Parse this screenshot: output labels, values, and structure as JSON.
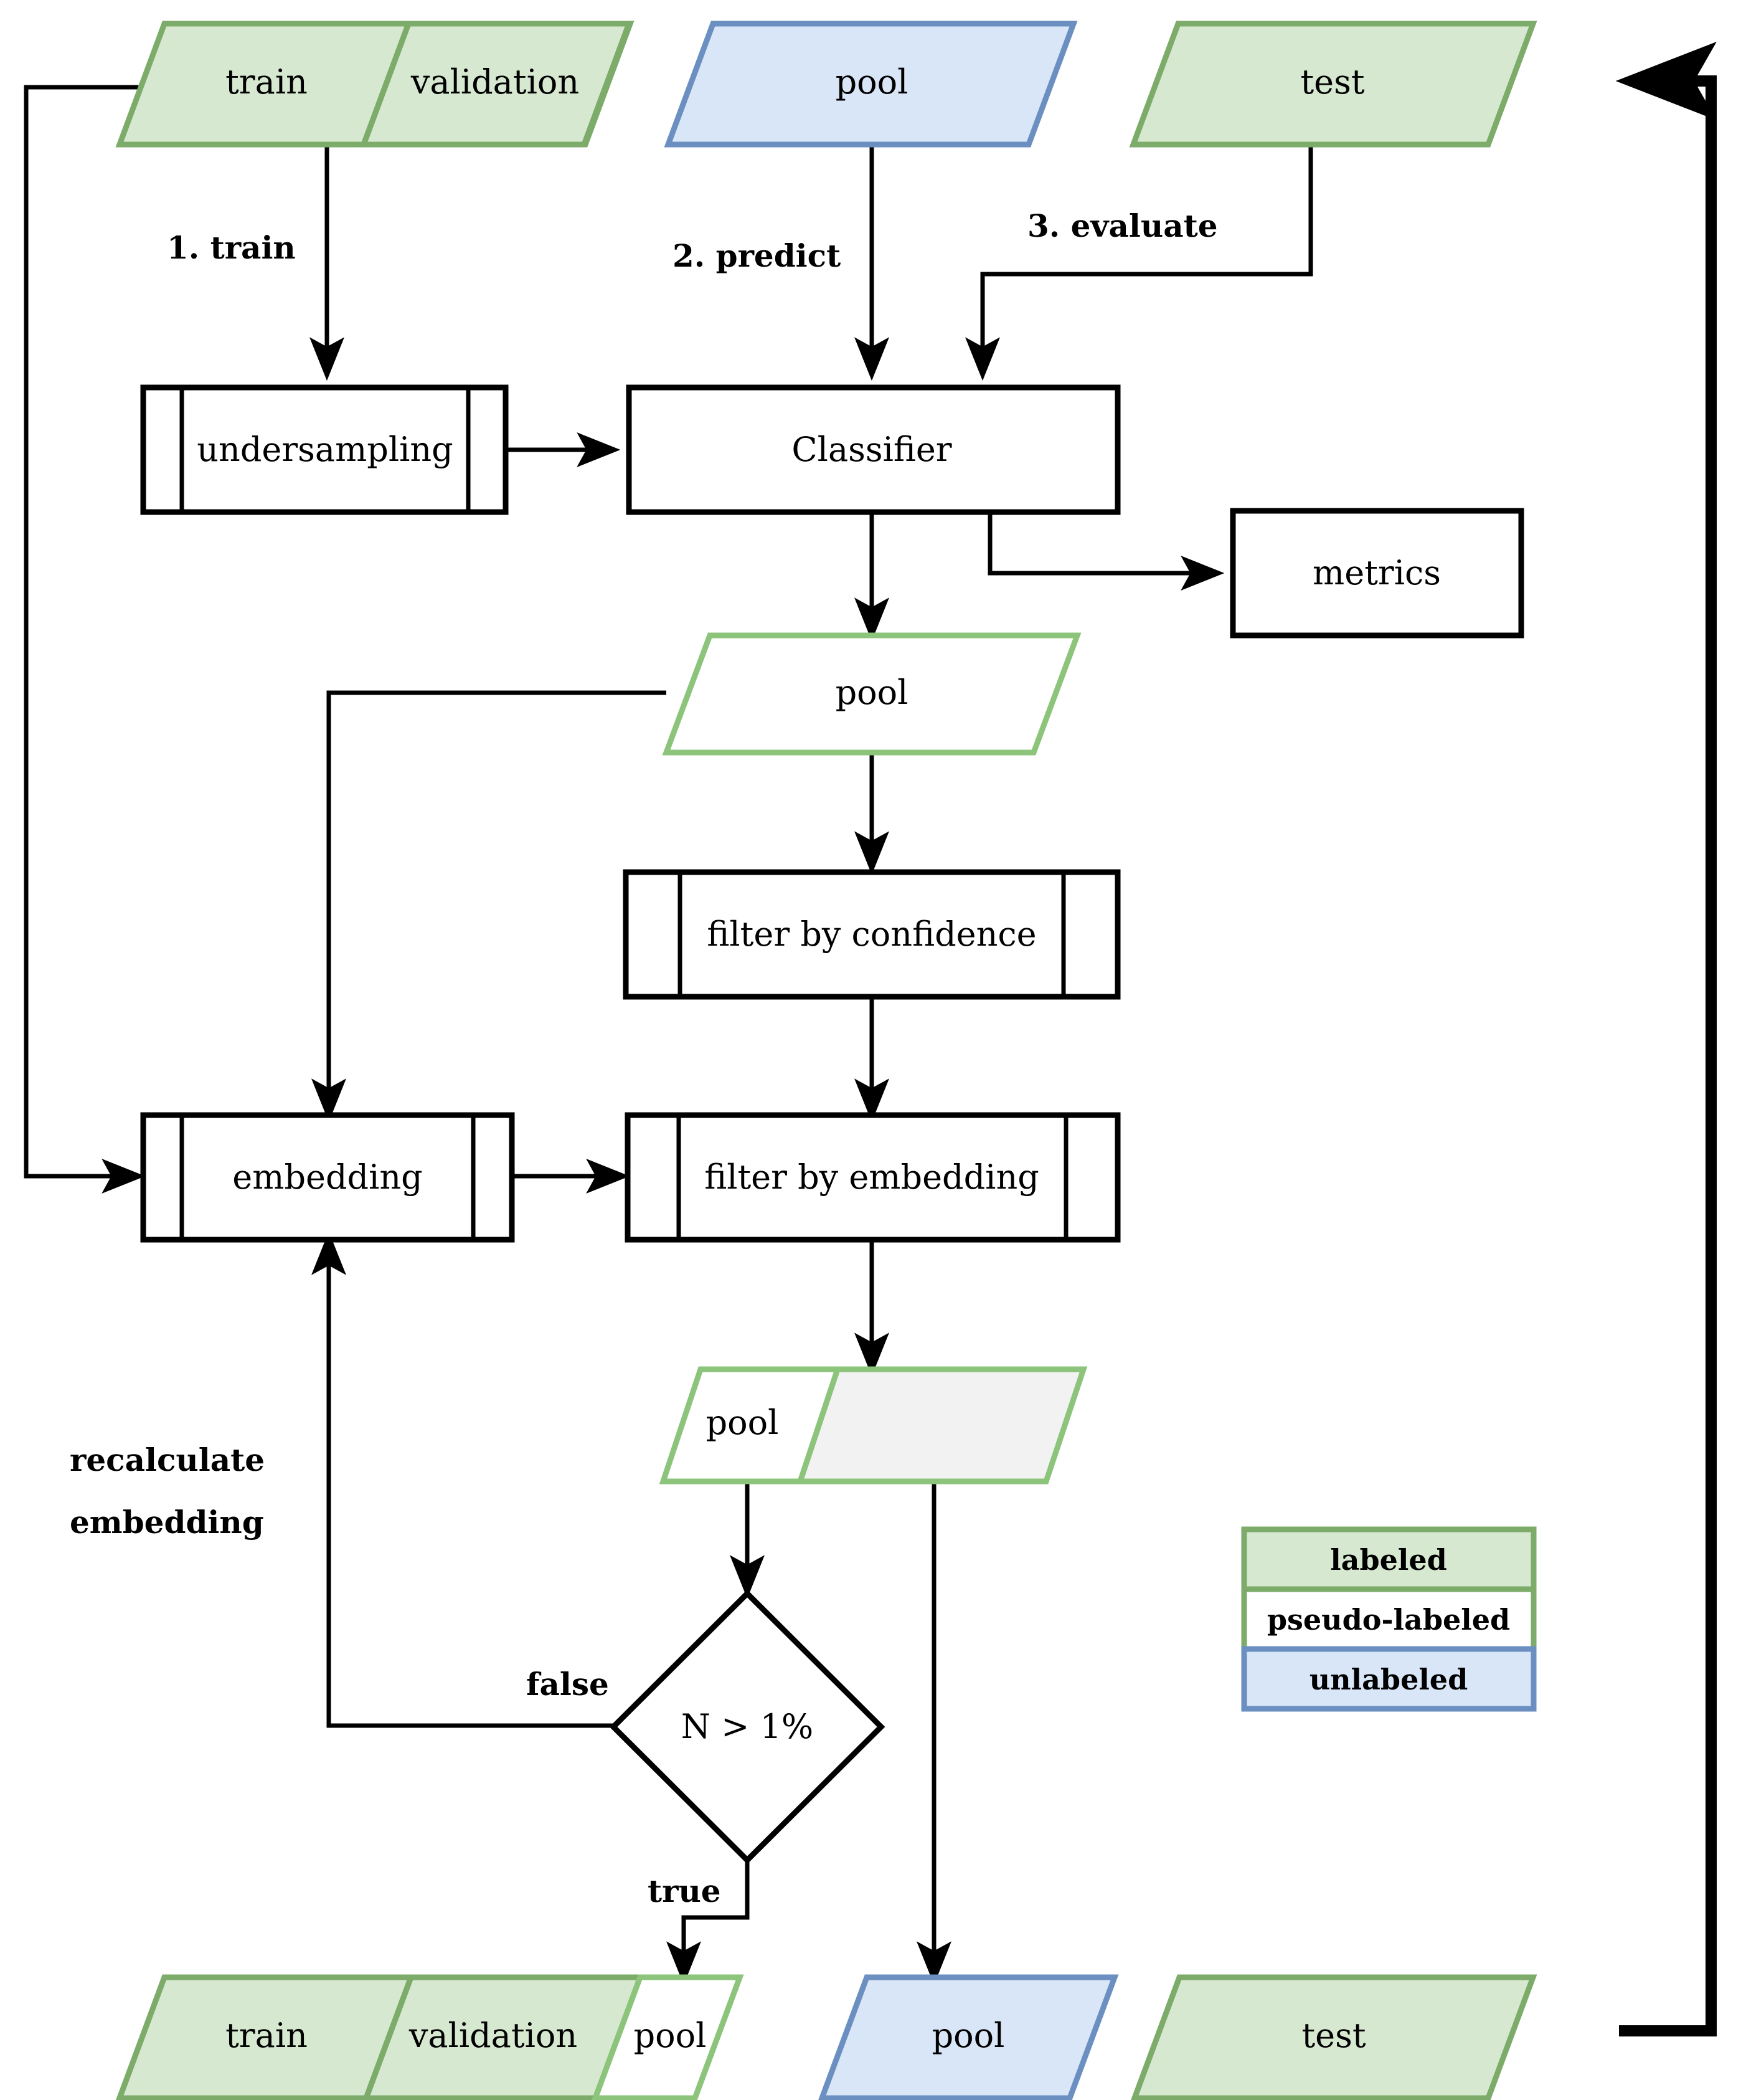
{
  "diagram": {
    "title": "Semi-supervised self-training pipeline flowchart",
    "colors": {
      "labeled_fill": "#d7e8d0",
      "labeled_stroke": "#7cab6a",
      "pseudo_labeled_fill": "#ffffff",
      "pseudo_labeled_stroke": "#8bc47a",
      "unlabeled_fill": "#d9e6f7",
      "unlabeled_stroke": "#6a8fc0",
      "gray_fill": "#f2f2f2",
      "edge": "#000000"
    },
    "top_row": {
      "dataset_split": {
        "train": "train",
        "validation": "validation"
      },
      "pool": "pool",
      "test": "test"
    },
    "step_labels": {
      "train": "1. train",
      "predict": "2. predict",
      "evaluate": "3. evaluate"
    },
    "process_boxes": {
      "undersampling": "undersampling",
      "classifier": "Classifier",
      "metrics": "metrics",
      "filter_by_confidence": "filter by confidence",
      "embedding": "embedding",
      "filter_by_embedding": "filter by embedding"
    },
    "middle_pool": "pool",
    "split_pool": {
      "kept": "pool",
      "rest": ""
    },
    "decision": {
      "condition": "N > 1%",
      "false_label": "false",
      "true_label": "true"
    },
    "loop_label": {
      "line1": "recalculate",
      "line2": "embedding"
    },
    "legend": {
      "labeled": "labeled",
      "pseudo_labeled": "pseudo-labeled",
      "unlabeled": "unlabeled"
    },
    "bottom_row": {
      "dataset_split": {
        "train": "train",
        "validation": "validation",
        "pool": "pool"
      },
      "pool": "pool",
      "test": "test"
    }
  }
}
